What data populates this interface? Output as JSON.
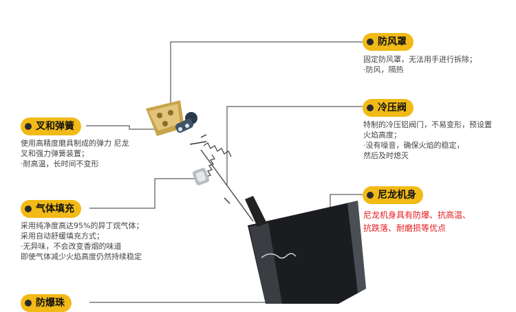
{
  "colors": {
    "tag_bg": "#f2ba17",
    "line": "#333333",
    "red_text": "#e4191d"
  },
  "callouts": {
    "windshield": {
      "title": "防风罩",
      "lines": [
        "固定防风罩，无法用手进行拆除；",
        "·防风，隔热"
      ]
    },
    "valve": {
      "title": "冷压阀",
      "lines": [
        "特制的冷压铝阀门，不易变形，预设置",
        "火焰高度；",
        "·没有噪音，确保火焰的稳定，",
        "然后及时熄灭"
      ]
    },
    "spring": {
      "title": "叉和弹簧",
      "lines": [
        "使用高精度磨具制成的弹力 尼龙",
        "叉和强力弹簧装置；",
        "·耐高温，长时间不变形"
      ]
    },
    "nylon": {
      "title": "尼龙机身",
      "lines": [
        "尼龙机身具有防爆、抗高温、",
        "抗跌落、耐磨损等优点"
      ]
    },
    "gas": {
      "title": "气体填充",
      "lines": [
        "采用纯净度高达95%的异丁烷气体；",
        "采用自动舒缓填充方式；",
        "·无异味，不会改变香烟的味道",
        "即使气体减少火焰高度仍然持续稳定"
      ]
    },
    "bottom": {
      "title": "防爆珠"
    }
  },
  "icons": [
    "lighter-body-icon",
    "windshield-cap-icon",
    "valve-fork-icon",
    "spring-icon",
    "gas-nozzle-icon"
  ]
}
